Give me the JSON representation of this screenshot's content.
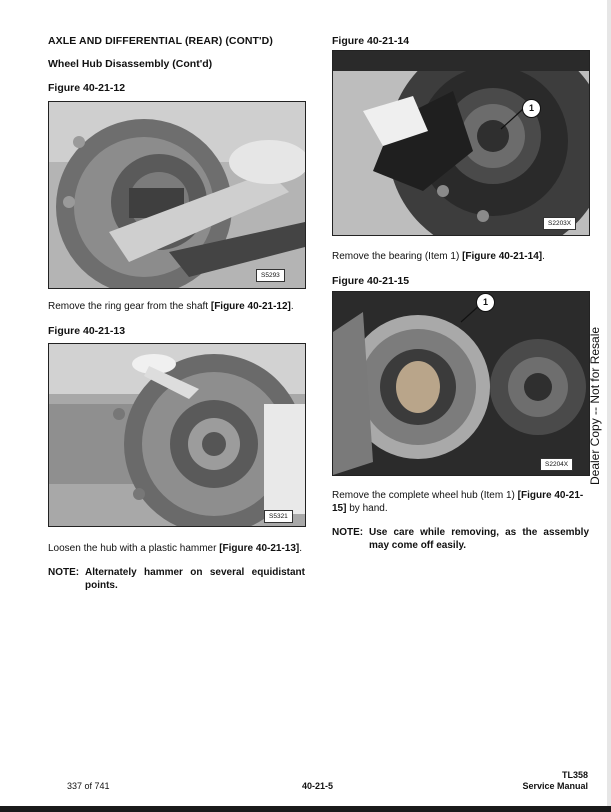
{
  "header": {
    "section_title": "AXLE AND DIFFERENTIAL (REAR) (CONT'D)",
    "subsection_title": "Wheel Hub Disassembly (Cont'd)"
  },
  "figures": {
    "fig12": {
      "label": "Figure 40-21-12",
      "code": "S5293"
    },
    "fig13": {
      "label": "Figure 40-21-13",
      "code": "S5321"
    },
    "fig14": {
      "label": "Figure 40-21-14",
      "code": "S2203X",
      "callout": "1"
    },
    "fig15": {
      "label": "Figure 40-21-15",
      "code": "S2204X",
      "callout": "1"
    }
  },
  "text": {
    "step12_a": "Remove the ring gear from the shaft ",
    "step12_b": "[Figure 40-21-12]",
    "step12_c": ".",
    "step13_a": "Loosen the hub with a plastic hammer ",
    "step13_b": "[Figure 40-21-13]",
    "step13_c": ".",
    "note1_label": "NOTE:",
    "note1_text": "Alternately hammer on several equidistant points.",
    "step14_a": "Remove the bearing (Item 1) ",
    "step14_b": "[Figure 40-21-14]",
    "step14_c": ".",
    "step15_a": "Remove the complete wheel hub (Item 1) ",
    "step15_b": "[Figure 40-21-15]",
    "step15_c": " by hand.",
    "note2_label": "NOTE:",
    "note2_text": "Use care while removing, as the assembly may come off easily."
  },
  "sidebar": {
    "watermark": "Dealer Copy -- Not for Resale"
  },
  "footer": {
    "page_count": "337 of 741",
    "page_number": "40-21-5",
    "model": "TL358",
    "manual": "Service Manual"
  }
}
